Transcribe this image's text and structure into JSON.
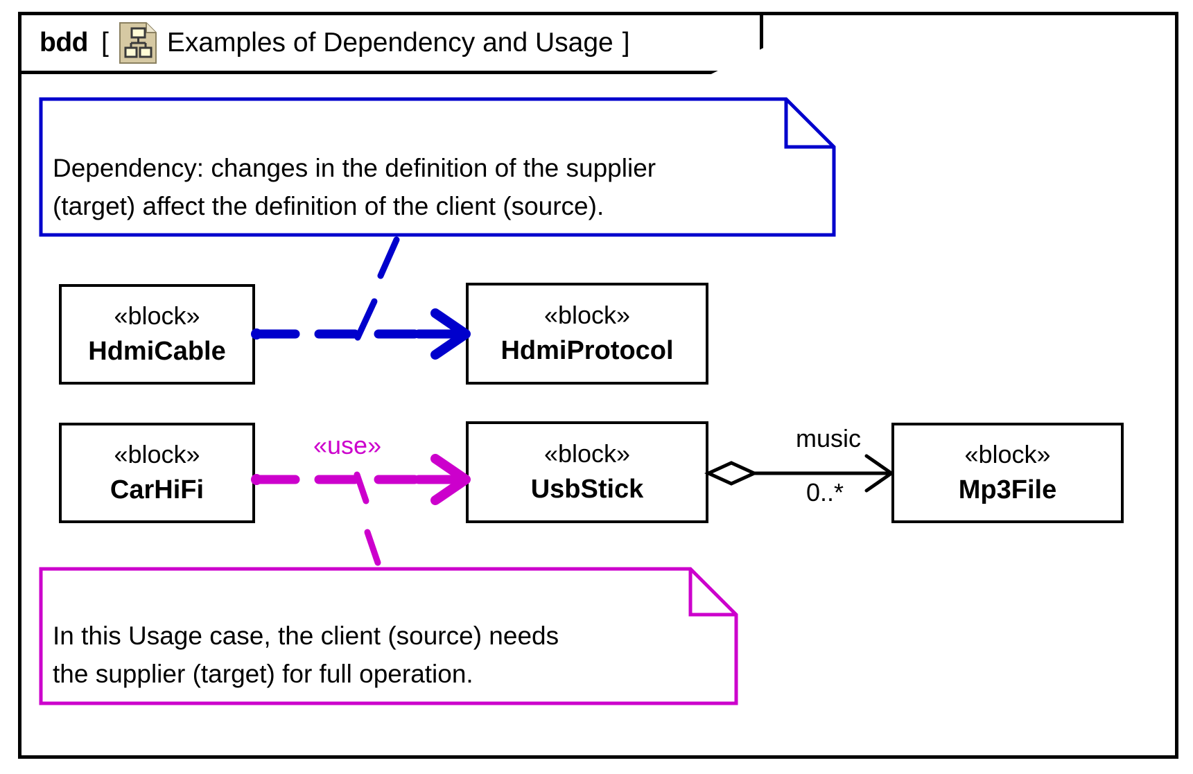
{
  "diagram": {
    "kind_keyword": "bdd",
    "bracket_open": "[",
    "bracket_close": "]",
    "title": "Examples of Dependency and Usage",
    "header_icon": "block-definition-diagram-icon"
  },
  "colors": {
    "frame": "#000000",
    "dependency": "#0000CC",
    "usage": "#CC00CC",
    "association": "#000000",
    "icon_fill": "#D6C9A3",
    "icon_box_fill": "#FFFBD6"
  },
  "notes": [
    {
      "id": "dependency-note",
      "color": "#0000CC",
      "lines": [
        "Dependency: changes in the definition of the supplier",
        "(target) affect the definition of the client (source)."
      ]
    },
    {
      "id": "usage-note",
      "color": "#CC00CC",
      "lines": [
        "In this Usage case, the client (source) needs",
        "the supplier (target) for full operation."
      ]
    }
  ],
  "blocks": [
    {
      "id": "hdmi-cable",
      "stereotype": "«block»",
      "name": "HdmiCable"
    },
    {
      "id": "hdmi-protocol",
      "stereotype": "«block»",
      "name": "HdmiProtocol"
    },
    {
      "id": "car-hifi",
      "stereotype": "«block»",
      "name": "CarHiFi"
    },
    {
      "id": "usb-stick",
      "stereotype": "«block»",
      "name": "UsbStick"
    },
    {
      "id": "mp3-file",
      "stereotype": "«block»",
      "name": "Mp3File"
    }
  ],
  "relationships": [
    {
      "id": "dependency-hdmi",
      "type": "dependency",
      "source": "HdmiCable",
      "target": "HdmiProtocol",
      "label": "",
      "color": "#0000CC"
    },
    {
      "id": "usage-carhifi",
      "type": "usage",
      "source": "CarHiFi",
      "target": "UsbStick",
      "label": "«use»",
      "color": "#CC00CC"
    },
    {
      "id": "aggregation-music",
      "type": "aggregation",
      "source": "UsbStick",
      "target": "Mp3File",
      "role": "music",
      "multiplicity": "0..*",
      "color": "#000000"
    }
  ]
}
